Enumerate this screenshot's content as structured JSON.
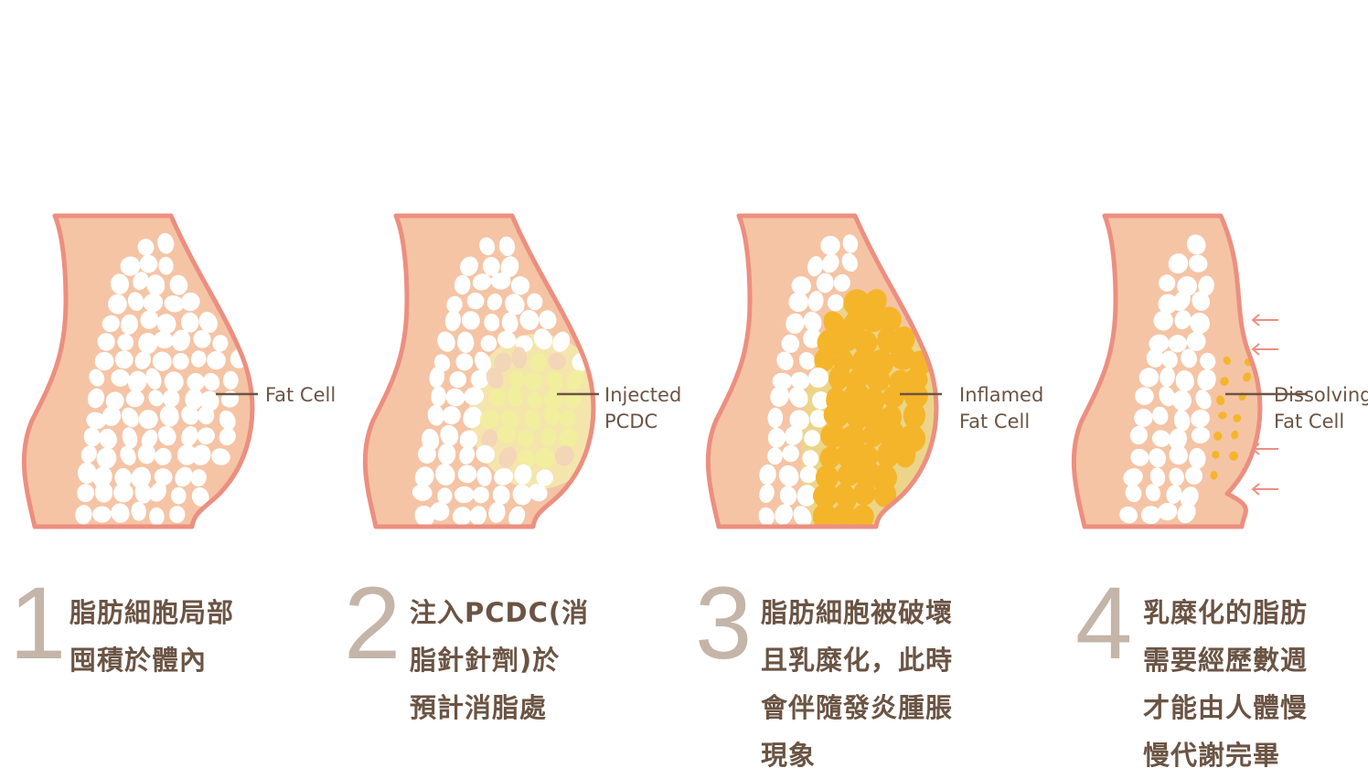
{
  "colors": {
    "skin": "#f5c4a5",
    "outline": "#ec8f80",
    "cell": "#ffffff",
    "inflamed": "#f5b52a",
    "inflamed_bg": "#ecd58a",
    "injected": "#f3f0b0",
    "text": "#6b5444",
    "number": "#c4b5a8"
  },
  "panels": [
    {
      "label_lines": [
        "Fat Cell"
      ]
    },
    {
      "label_lines": [
        "Injected",
        "PCDC"
      ]
    },
    {
      "label_lines": [
        "Inflamed",
        "Fat Cell"
      ]
    },
    {
      "label_lines": [
        "Dissolving",
        "Fat Cell"
      ]
    }
  ],
  "steps": [
    {
      "number": "1",
      "lines": [
        "脂肪細胞局部",
        "囤積於體內"
      ]
    },
    {
      "number": "2",
      "lines": [
        "注入PCDC(消",
        "脂針針劑)於",
        "預計消脂處"
      ]
    },
    {
      "number": "3",
      "lines": [
        "脂肪細胞被破壞",
        "且乳糜化，此時",
        "會伴隨發炎腫脹",
        "現象"
      ]
    },
    {
      "number": "4",
      "lines": [
        "乳糜化的脂肪",
        "需要經歷數週",
        "才能由人體慢",
        "慢代謝完畢"
      ]
    }
  ]
}
